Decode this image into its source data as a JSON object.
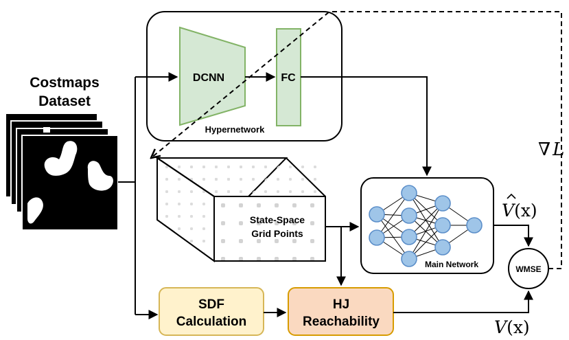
{
  "dataset": {
    "title_line1": "Costmaps",
    "title_line2": "Dataset"
  },
  "hypernetwork": {
    "label": "Hypernetwork",
    "dcnn_label": "DCNN",
    "fc_label": "FC"
  },
  "grid": {
    "label_line1": "State-Space",
    "label_line2": "Grid Points"
  },
  "main_network": {
    "label": "Main Network"
  },
  "sdf": {
    "label_line1": "SDF",
    "label_line2": "Calculation"
  },
  "hj": {
    "label_line1": "HJ",
    "label_line2": "Reachability"
  },
  "wmse": {
    "label": "WMSE"
  },
  "math": {
    "v_hat_symbol": "V",
    "v_hat_arg": "(x)",
    "v_symbol": "V",
    "v_arg": "(x)",
    "grad_symbol": "∇",
    "grad_var": "L"
  },
  "colors": {
    "dcnn_fill": "#d5e8d4",
    "dcnn_stroke": "#82b366",
    "sdf_fill": "#fff2cc",
    "sdf_stroke": "#d6b656",
    "hj_fill": "#fad9c0",
    "hj_stroke": "#d79b00",
    "neuron_fill": "#9fc5e8",
    "neuron_stroke": "#5b8ec9"
  }
}
